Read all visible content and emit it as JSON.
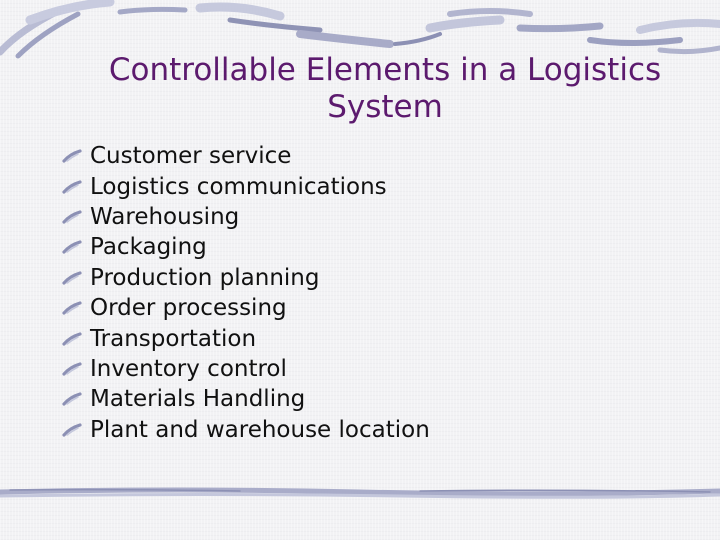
{
  "slide": {
    "title": "Controllable Elements in a Logistics System",
    "bullets": [
      "Customer service",
      "Logistics communications",
      "Warehousing",
      "Packaging",
      "Production planning",
      "Order processing",
      "Transportation",
      "Inventory control",
      "Materials Handling",
      "Plant and warehouse location"
    ],
    "bullet_icon": "brush-stroke-bullet-icon"
  },
  "colors": {
    "background": "#f2f2f4",
    "title": "#5c1a6e",
    "text": "#111111",
    "decoration_dark": "#8c90b4",
    "decoration_light": "#c4c7dc"
  }
}
